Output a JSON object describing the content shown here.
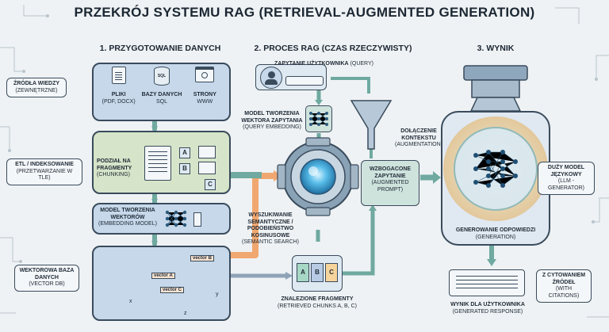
{
  "title": "PRZEKRÓJ SYSTEMU RAG (RETRIEVAL-AUGMENTED GENERATION)",
  "columns": {
    "c1": "1. PRZYGOTOWANIE DANYCH",
    "c2": "2. PROCES RAG (CZAS RZECZYWISTY)",
    "c3": "3. WYNIK"
  },
  "sources": {
    "label": "ŹRÓDŁA WIEDZY",
    "sub": "(ZEWNĘTRZNE)",
    "items": [
      {
        "name": "PLIKI",
        "sub": "(PDF, DOCX)",
        "icon": "document-icon"
      },
      {
        "name": "BAZY DANYCH",
        "sub": "SQL",
        "icon": "database-icon",
        "glyph": "SQL"
      },
      {
        "name": "STRONY",
        "sub": "WWW",
        "icon": "web-page-icon"
      }
    ]
  },
  "etl": {
    "label": "ETL / INDEKSOWANIE",
    "sub": "(PRZETWARZANIE W TLE)"
  },
  "chunking": {
    "label": "PODZIAŁ NA FRAGMENTY",
    "sub": "(CHUNKING)",
    "chunks": [
      "A",
      "B",
      "C"
    ]
  },
  "embedding_model": {
    "label": "MODEL TWORZENIA WEKTORÓW",
    "sub": "(EMBEDDING MODEL)"
  },
  "vector_db": {
    "label": "WEKTOROWA BAZA DANYCH",
    "sub": "(VECTOR DB)",
    "vectors": [
      "vector A",
      "vector B",
      "vector C"
    ],
    "axes": [
      "x",
      "y",
      "z"
    ]
  },
  "query": {
    "label": "ZAPYTANIE UŻYTKOWNIKA",
    "sub": "(QUERY)"
  },
  "query_embedding": {
    "label": "MODEL TWORZENIA WEKTORA ZAPYTANIA",
    "sub": "(QUERY EMBEDDING)"
  },
  "augmentation": {
    "label": "DOŁĄCZENIE KONTEKSTU",
    "sub": "(AUGMENTATION)"
  },
  "augmented_prompt": {
    "label": "WZBOGACONE ZAPYTANIE",
    "sub": "(AUGMENTED PROMPT)"
  },
  "semantic_search": {
    "label": "WYSZUKIWANIE SEMANTYCZNE / PODOBIEŃSTWO KOSINUSOWE",
    "sub": "(SEMANTIC SEARCH)"
  },
  "retrieved": {
    "label": "ZNALEZIONE FRAGMENTY",
    "sub": "(RETRIEVED CHUNKS A, B, C)",
    "chunks": [
      "A",
      "B",
      "C"
    ]
  },
  "llm": {
    "label": "DUŻY MODEL JĘZYKOWY",
    "sub": "(LLM - GENERATOR)"
  },
  "generation": {
    "label": "GENEROWANIE ODPOWIEDZI",
    "sub": "(GENERATION)"
  },
  "citations": {
    "label": "Z CYTOWANIEM ŹRÓDEŁ",
    "sub": "(WITH CITATIONS)"
  },
  "response": {
    "label": "WYNIK DLA UŻYTKOWNIKA",
    "sub": "(GENERATED RESPONSE)"
  },
  "colors": {
    "panel_blue": "#c6d8ea",
    "panel_green": "#d6e4c9",
    "panel_teal": "#cfe3dd",
    "flow_teal": "#6fa9a0",
    "flow_orange": "#f0a870",
    "glow": "#f7c879",
    "lens": "#3fa9e0",
    "outline": "#3a4b5c"
  }
}
